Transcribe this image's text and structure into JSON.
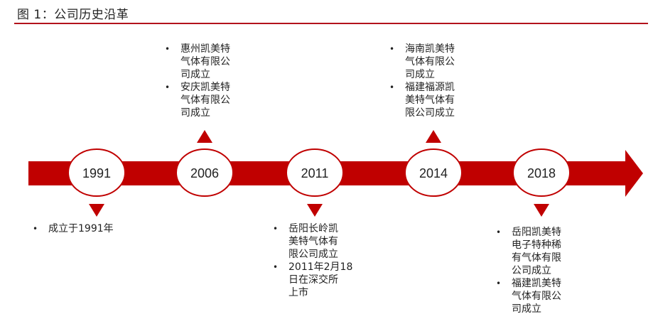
{
  "figure": {
    "title": "图 1：公司历史沿革"
  },
  "timeline": {
    "milestones": [
      {
        "year": "1991",
        "side": "below",
        "notes": [
          "成立于1991年"
        ]
      },
      {
        "year": "2006",
        "side": "above",
        "notes": [
          "惠州凯美特\n气体有限公\n司成立",
          "安庆凯美特\n气体有限公\n司成立"
        ]
      },
      {
        "year": "2011",
        "side": "below",
        "notes": [
          "岳阳长岭凯\n美特气体有\n限公司成立",
          "2011年2月18\n日在深交所\n上市"
        ]
      },
      {
        "year": "2014",
        "side": "above",
        "notes": [
          "海南凯美特\n气体有限公\n司成立",
          "福建福源凯\n美特气体有\n限公司成立"
        ]
      },
      {
        "year": "2018",
        "side": "below",
        "notes": [
          "岳阳凯美特\n电子特种稀\n有气体有限\n公司成立",
          "福建凯美特\n气体有限公\n司成立"
        ]
      }
    ]
  },
  "colors": {
    "accent": "#c00000",
    "rule": "#b3121c",
    "circle_fill": "#ffffff"
  }
}
